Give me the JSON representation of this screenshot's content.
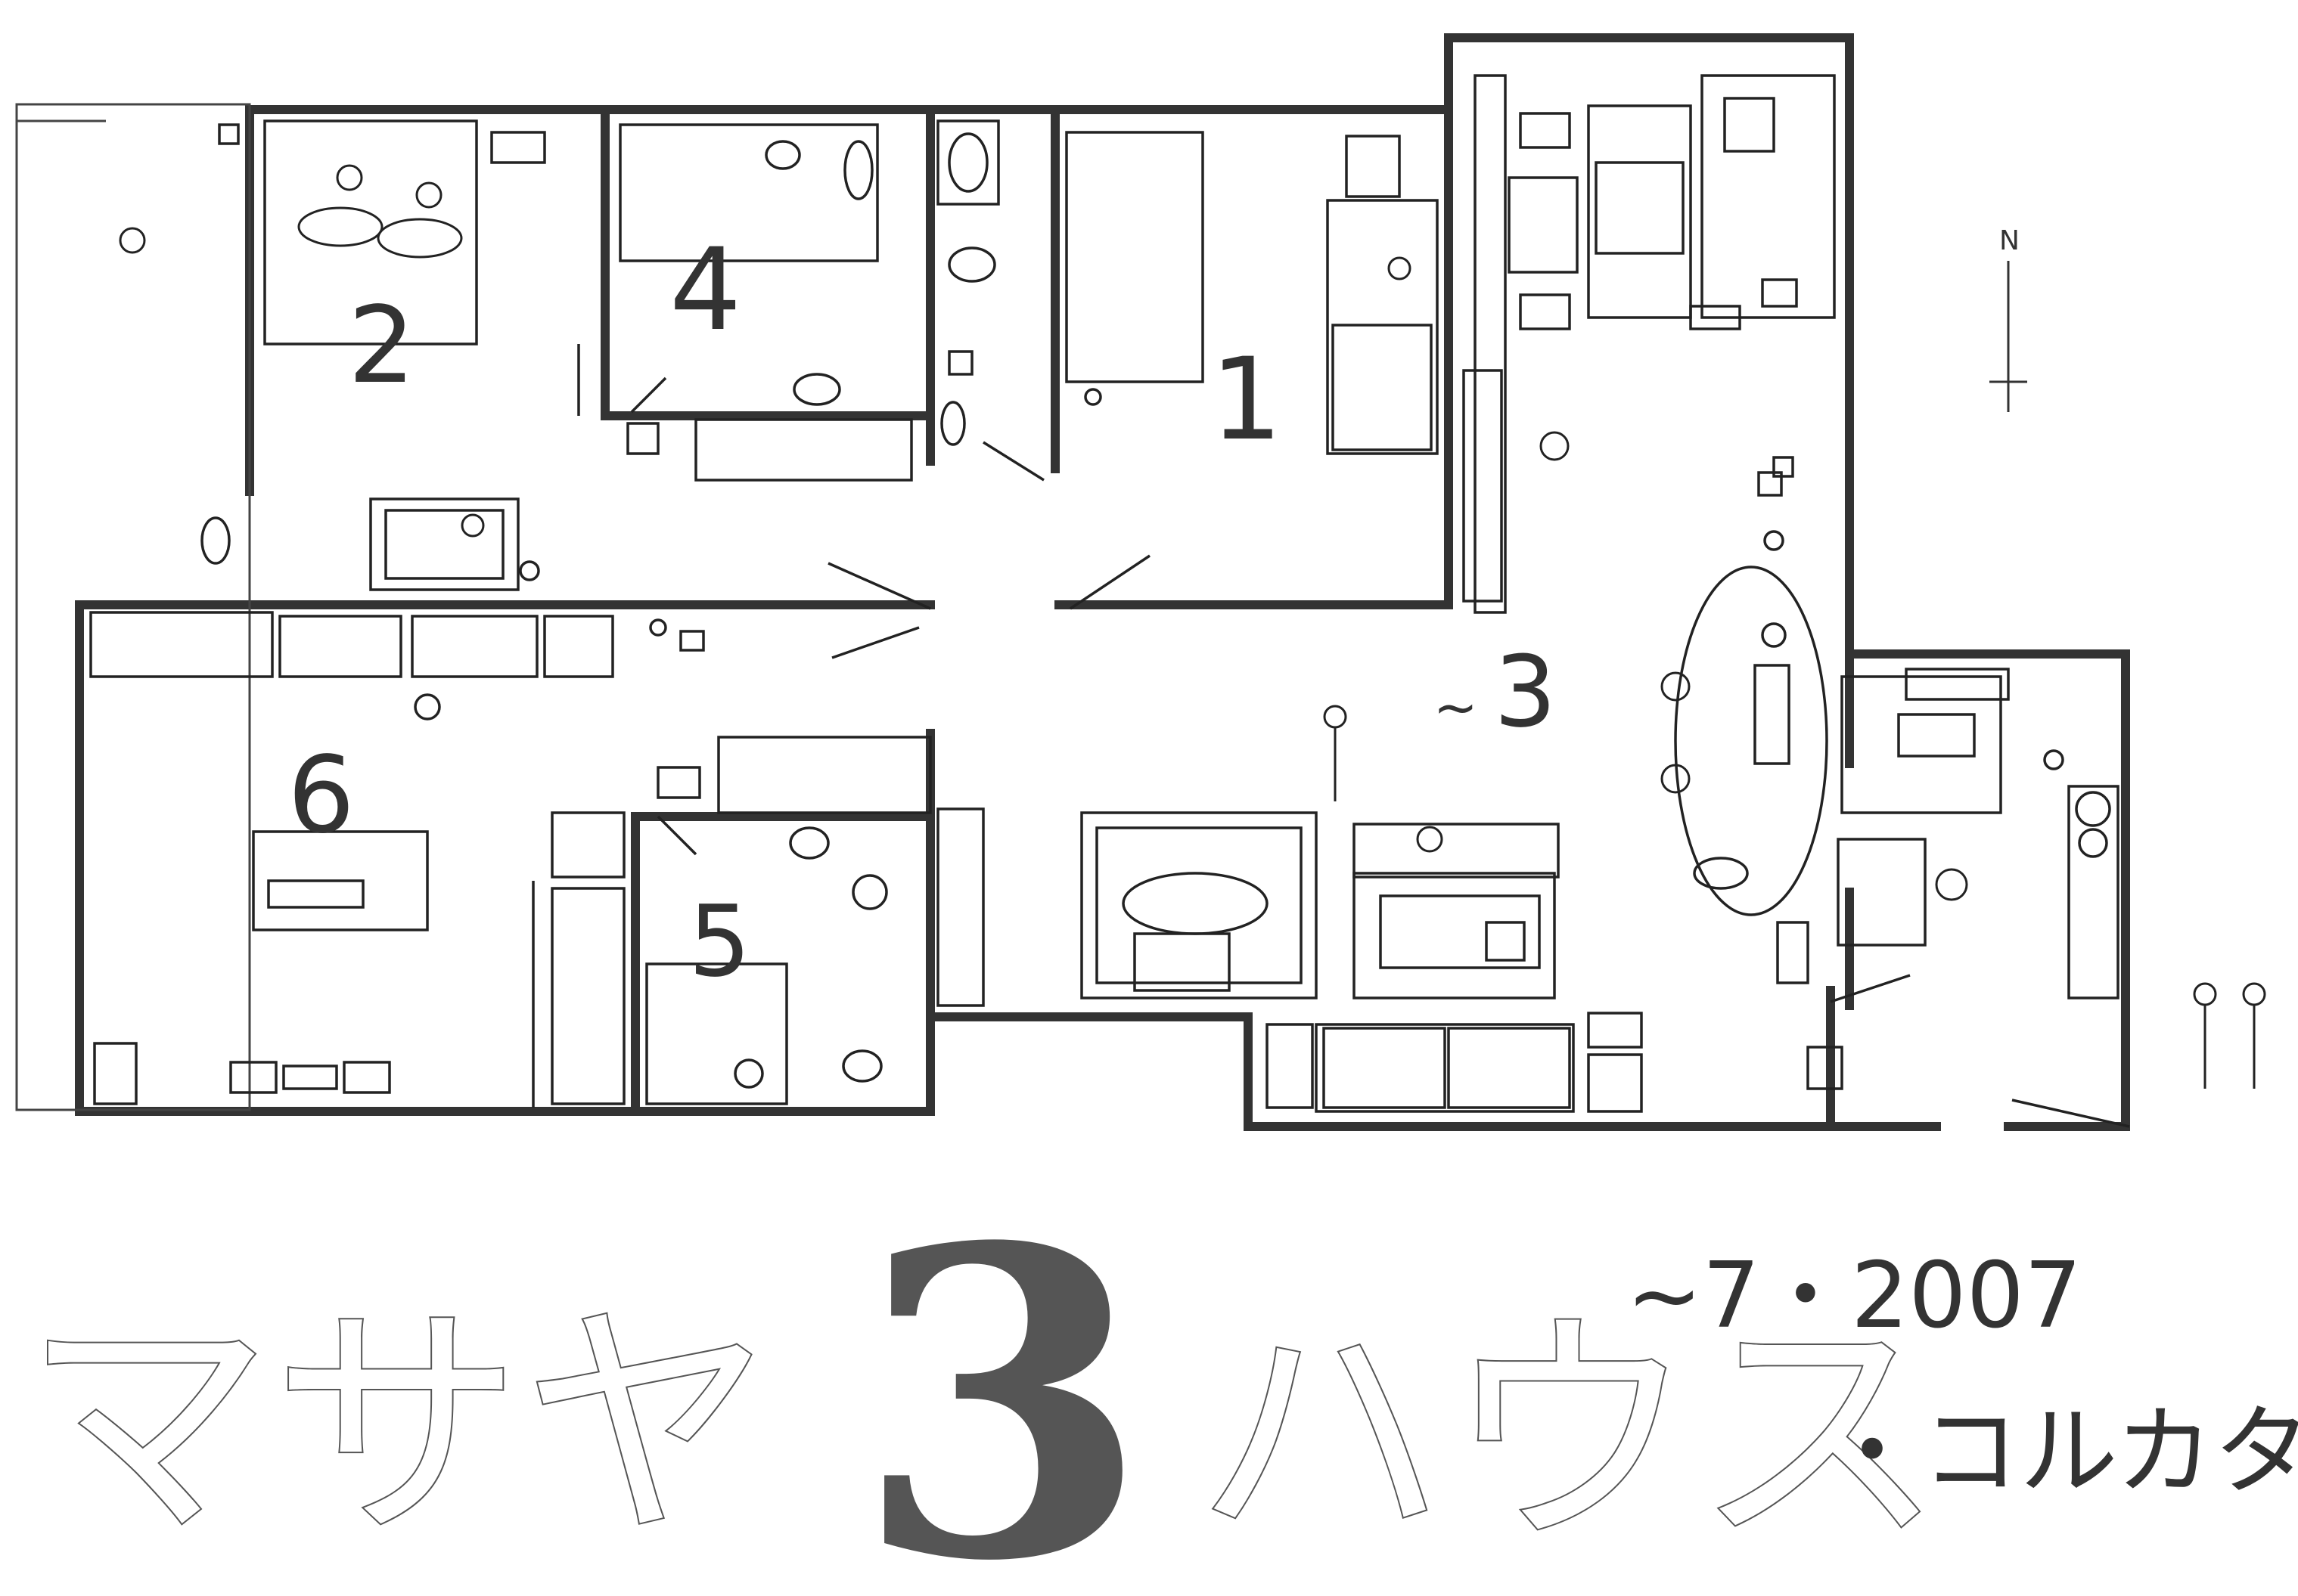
{
  "floor_plan": {
    "compass": {
      "label": "N"
    },
    "rooms": [
      {
        "id": "room-1",
        "number": "1"
      },
      {
        "id": "room-2",
        "number": "2"
      },
      {
        "id": "room-3",
        "number": "3",
        "prefix": "~"
      },
      {
        "id": "room-4",
        "number": "4"
      },
      {
        "id": "room-5",
        "number": "5"
      },
      {
        "id": "room-6",
        "number": "6"
      }
    ]
  },
  "title": {
    "part1": "マサヤ",
    "numeral": "3",
    "part2": "ハウス",
    "date": "~7・2007",
    "location": "・コルカタ"
  },
  "colors": {
    "wall": "#333333",
    "line": "#222222",
    "title_ink": "#555555"
  }
}
